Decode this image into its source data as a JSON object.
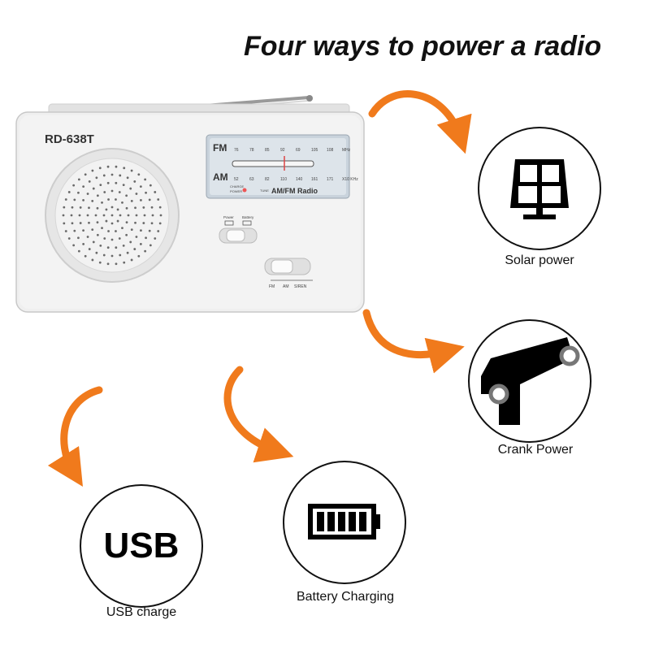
{
  "title": "Four ways to power a radio",
  "radio": {
    "model": "RD-638T",
    "band_fm": "FM",
    "band_am": "AM",
    "fm_scale": [
      "76",
      "78",
      "85",
      "92",
      "69",
      "105",
      "108",
      "MHz"
    ],
    "am_scale": [
      "52",
      "63",
      "82",
      "110",
      "140",
      "161",
      "171",
      "X10 KHz"
    ],
    "dial_label": "AM/FM Radio",
    "charge_label": "CHARGE",
    "power_label": "POWER",
    "tune_label": "TUNE",
    "switch_power": "Power",
    "switch_battery": "Battery",
    "mode_fm": "FM",
    "mode_am": "AM",
    "mode_siren": "SIREN"
  },
  "options": [
    {
      "label": "Solar power",
      "icon": "solar-panel-icon"
    },
    {
      "label": "Crank Power",
      "icon": "crank-handle-icon"
    },
    {
      "label": "USB charge",
      "icon": "usb-text-icon",
      "icon_text": "USB"
    },
    {
      "label": "Battery Charging",
      "icon": "battery-icon"
    }
  ],
  "colors": {
    "arrow": "#f07a1c",
    "radio_body": "#eeeeee",
    "outline": "#111111"
  }
}
